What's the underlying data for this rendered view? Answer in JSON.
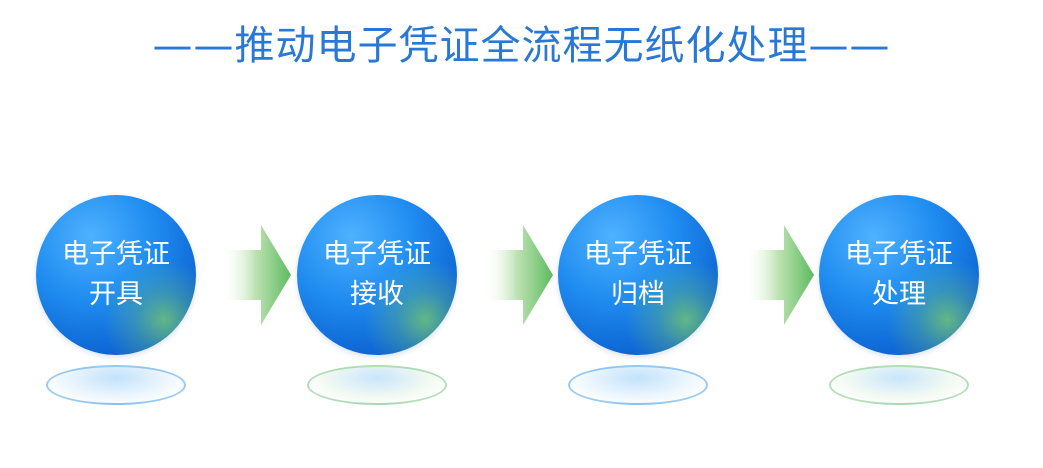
{
  "title": "——推动电子凭证全流程无纸化处理——",
  "steps": [
    {
      "line1": "电子凭证",
      "line2": "开具",
      "reflection": "blue"
    },
    {
      "line1": "电子凭证",
      "line2": "接收",
      "reflection": "green"
    },
    {
      "line1": "电子凭证",
      "line2": "归档",
      "reflection": "blue"
    },
    {
      "line1": "电子凭证",
      "line2": "处理",
      "reflection": "green"
    }
  ],
  "colors": {
    "title": "#2a78d6",
    "circle": "#1f8cf0",
    "arrow": "#6cc46a"
  }
}
